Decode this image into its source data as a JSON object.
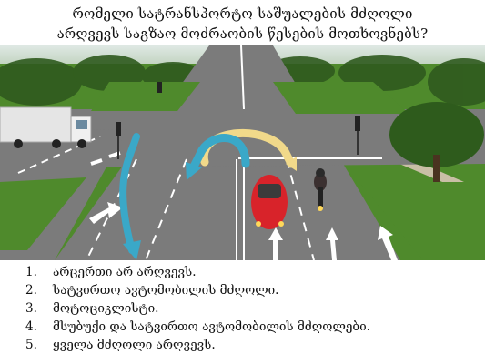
{
  "question": {
    "line1": "რომელი სატრანსპორტო საშუალების მძღოლი",
    "line2": "არღვევს საგზაო მოძრაობის წესების მოთხოვნებს?"
  },
  "scene": {
    "colors": {
      "asphalt": "#7b7b7b",
      "grass": "#4f8a2c",
      "lane_marking": "#ffffff",
      "arrow_cyan": "#3aa8c8",
      "arrow_yellow": "#f1d98a",
      "car": "#d8232a"
    },
    "elements": [
      "truck",
      "traffic-light",
      "red-car",
      "motorcycle",
      "trees"
    ]
  },
  "answers": [
    {
      "num": "1.",
      "text": "არცერთი არ არღვევს."
    },
    {
      "num": "2.",
      "text": "სატვირთო ავტომობილის მძღოლი."
    },
    {
      "num": "3.",
      "text": "მოტოციკლისტი."
    },
    {
      "num": "4.",
      "text": "მსუბუქი და სატვირთო ავტომობილის მძღოლები."
    },
    {
      "num": "5.",
      "text": "ყველა მძღოლი არღვევს."
    }
  ]
}
